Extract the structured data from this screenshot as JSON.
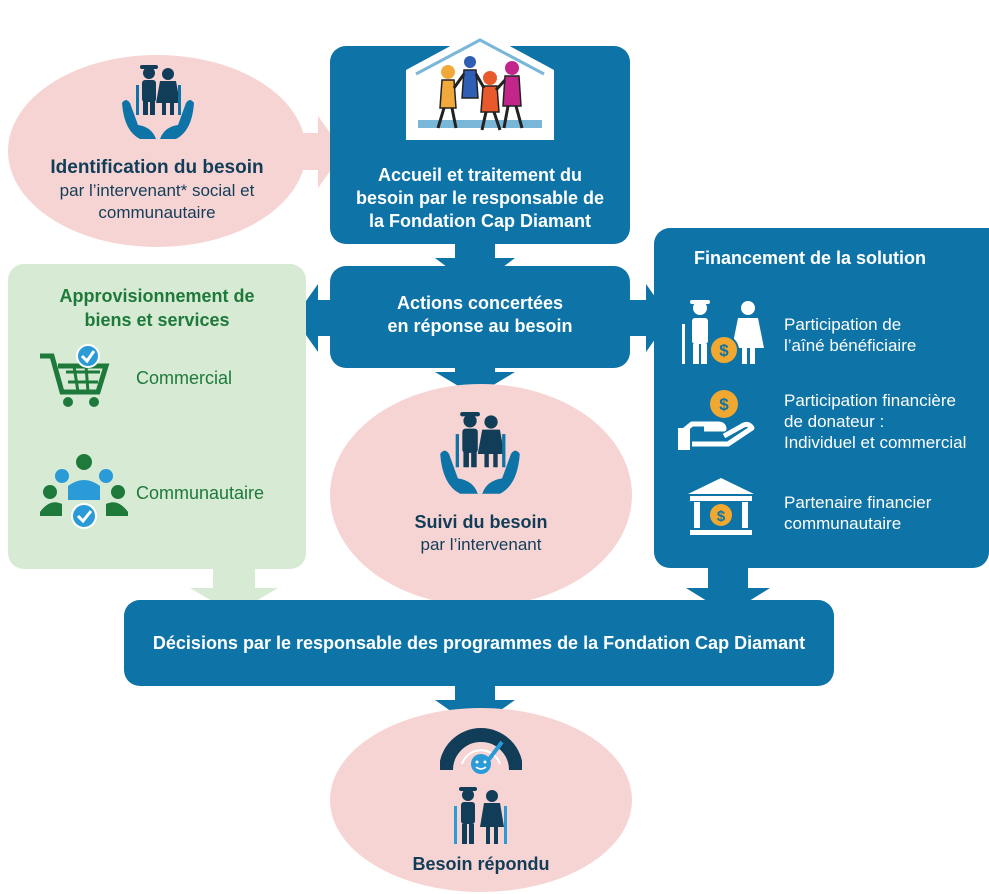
{
  "identification": {
    "title": "Identification du besoin",
    "line1": "par l’intervenant* social et",
    "line2": "communautaire"
  },
  "accueil": {
    "line1": "Accueil et traitement du",
    "line2": "besoin par le responsable de",
    "line3": "la Fondation Cap Diamant"
  },
  "actions": {
    "line1": "Actions concertées",
    "line2": "en réponse au besoin"
  },
  "approvisionnement": {
    "title1": "Approvisionnement de",
    "title2": "biens et services",
    "item1": "Commercial",
    "item2": "Communautaire"
  },
  "financement": {
    "title": "Financement de la solution",
    "item1_l1": "Participation de",
    "item1_l2": "l’aîné bénéficiaire",
    "item2_l1": "Participation financière",
    "item2_l2": "de donateur :",
    "item2_l3": "Individuel et commercial",
    "item3_l1": "Partenaire financier",
    "item3_l2": "communautaire"
  },
  "suivi": {
    "title": "Suivi du besoin",
    "subtitle": "par l’intervenant"
  },
  "decisions": {
    "label": "Décisions par le responsable des programmes de la Fondation Cap Diamant"
  },
  "besoin": {
    "label": "Besoin répondu"
  },
  "colors": {
    "primary_blue": "#0e73a6",
    "pink": "#f6d4d3",
    "green_panel": "#d7ead4",
    "green_icon": "#1e7a3a",
    "dark_text": "#123d58",
    "coin": "#f0a830"
  },
  "icons": [
    "seniors-in-hands-icon",
    "family-house-logo",
    "shopping-cart-icon",
    "community-group-icon",
    "senior-coin-icon",
    "hand-coin-icon",
    "bank-icon",
    "satisfaction-gauge-icon"
  ]
}
